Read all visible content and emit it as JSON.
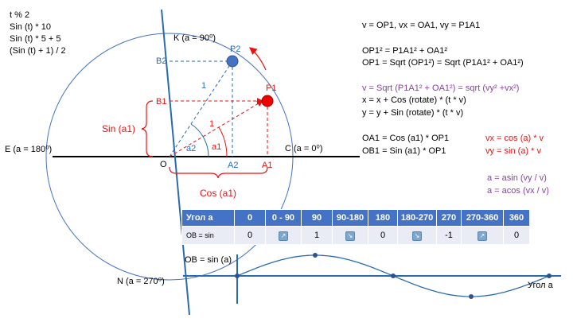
{
  "top_left": [
    "t % 2",
    "Sin (t) * 10",
    "Sin (t) * 5 + 5",
    "(Sin (t) + 1) / 2"
  ],
  "points": {
    "K": "K (a = 90⁰)",
    "E": "E (a = 180⁰)",
    "C": "C (a = 0⁰)",
    "N": "N (a = 270⁰)",
    "O": "O",
    "P1": "P1",
    "P2": "P2",
    "B1": "B1",
    "B2": "B2",
    "A1": "A1",
    "A2": "A2",
    "a1": "a1",
    "a2": "a2",
    "one1": "1",
    "one2": "1",
    "sin_a1": "Sin (a1)",
    "cos_a1": "Cos (a1)"
  },
  "formulas": {
    "f1": "v = OP1, vx = OA1, vy = P1A1",
    "f2": "OP1² = P1A1² + OA1²",
    "f3": "OP1 = Sqrt (OP1²) = Sqrt (P1A1² + OA1²)",
    "f4_left": "v = Sqrt (P1A1² + OA1²) = ",
    "f4_right": "sqrt (vy² +vx²)",
    "f5": "x = x + Cos (rotate) * (t * v)",
    "f6": "y = y + Sin  (rotate) * (t * v)",
    "f7_left": "OA1 = Cos (a1) * OP1",
    "f7_right": "vx = cos (a) * v",
    "f8_left": "OB1 = Sin  (a1) * OP1",
    "f8_right": "vy = sin  (a) * v",
    "f9": "a = asin  (vy / v)",
    "f10": "a = acos (vx / v)"
  },
  "table": {
    "headers": [
      "Угол a",
      "0",
      "0 - 90",
      "90",
      "90-180",
      "180",
      "180-270",
      "270",
      "270-360",
      "360"
    ],
    "row_label": "OB = sin",
    "values": [
      "0",
      "↗",
      "1",
      "↘",
      "0",
      "↘",
      "-1",
      "↗",
      "0"
    ]
  },
  "wave": {
    "label": "OB = sin (a)",
    "axis_label": "Угол a"
  },
  "colors": {
    "red": "#ee1111",
    "blue": "#2a6bb0",
    "point_blue": "#4472c4",
    "purple": "#8a3fa6"
  }
}
